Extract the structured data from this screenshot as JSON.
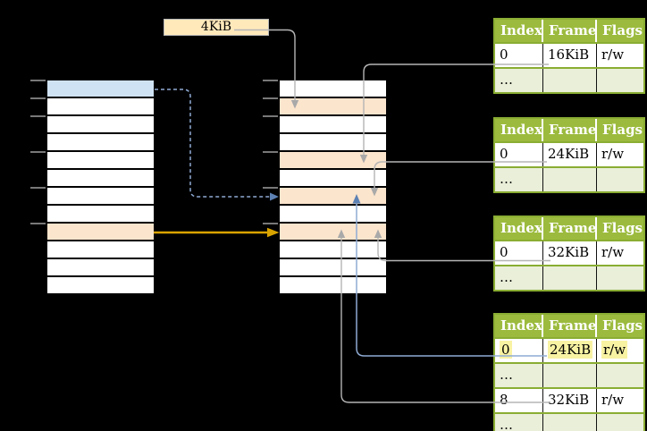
{
  "frame_size_label": "4KiB",
  "colors": {
    "row-white": "#ffffff",
    "row-blue": "#cfe2f3",
    "row-orange": "#fce5cd",
    "row-lightgreen": "#e9efd8",
    "box-cream": "#ffe9bb",
    "table-header-green": "#9cbb3e",
    "table-border-green": "#8aad33",
    "highlight-yellow": "#f8f2a3",
    "arrow-gray": "#b5b5b5",
    "arrow-gray-head": "#a9a9a9",
    "arrow-blue-line": "#8fabd4",
    "arrow-blue-head": "#5d81b3",
    "arrow-orange": "#d9a300",
    "tick-gray": "#787878"
  },
  "columns": {
    "virtual": {
      "rows": [
        "blue",
        "white",
        "white",
        "white",
        "white",
        "white",
        "white",
        "white",
        "orange",
        "white",
        "white",
        "white"
      ],
      "tick_rows": [
        0,
        1,
        2,
        4,
        6,
        8
      ]
    },
    "physical": {
      "rows": [
        "white",
        "orange",
        "white",
        "white",
        "orange",
        "white",
        "orange",
        "white",
        "orange",
        "white",
        "white",
        "white"
      ],
      "tick_rows": [
        0,
        1,
        2,
        4,
        6,
        8
      ]
    }
  },
  "page_tables": [
    {
      "headers": [
        "Index",
        "Frame",
        "Flags"
      ],
      "rows": [
        {
          "cells": [
            "0",
            "16KiB",
            "r/w"
          ],
          "variant": "white",
          "highlight": false
        },
        {
          "cells": [
            "…",
            "",
            ""
          ],
          "variant": "green",
          "highlight": false
        }
      ]
    },
    {
      "headers": [
        "Index",
        "Frame",
        "Flags"
      ],
      "rows": [
        {
          "cells": [
            "0",
            "24KiB",
            "r/w"
          ],
          "variant": "white",
          "highlight": false
        },
        {
          "cells": [
            "…",
            "",
            ""
          ],
          "variant": "green",
          "highlight": false
        }
      ]
    },
    {
      "headers": [
        "Index",
        "Frame",
        "Flags"
      ],
      "rows": [
        {
          "cells": [
            "0",
            "32KiB",
            "r/w"
          ],
          "variant": "white",
          "highlight": false
        },
        {
          "cells": [
            "…",
            "",
            ""
          ],
          "variant": "green",
          "highlight": false
        }
      ]
    },
    {
      "headers": [
        "Index",
        "Frame",
        "Flags"
      ],
      "rows": [
        {
          "cells": [
            "0",
            "24KiB",
            "r/w"
          ],
          "variant": "white",
          "highlight": true
        },
        {
          "cells": [
            "…",
            "",
            ""
          ],
          "variant": "green",
          "highlight": false
        },
        {
          "cells": [
            "8",
            "32KiB",
            "r/w"
          ],
          "variant": "white",
          "highlight": false
        },
        {
          "cells": [
            "…",
            "",
            ""
          ],
          "variant": "green",
          "highlight": false
        }
      ]
    }
  ]
}
